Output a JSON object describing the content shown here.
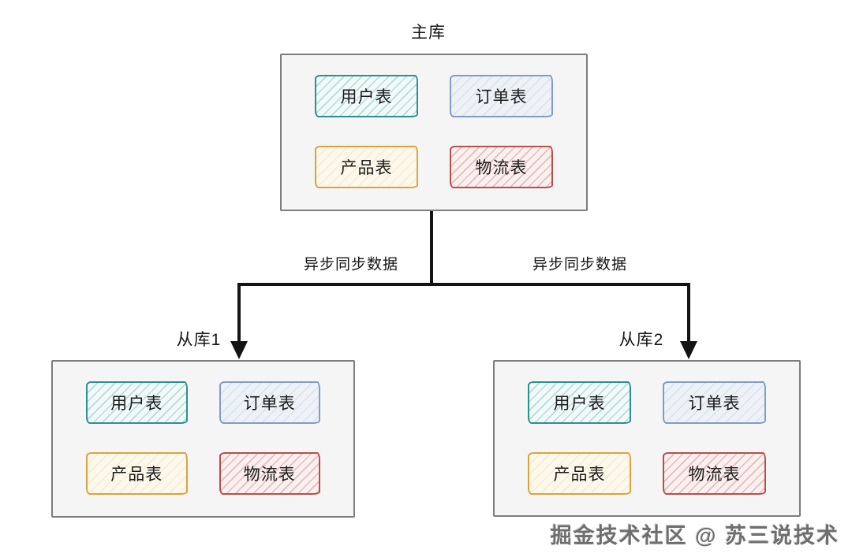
{
  "master": {
    "label": "主库",
    "tables": [
      {
        "name": "用户表",
        "style": "teal"
      },
      {
        "name": "订单表",
        "style": "blue"
      },
      {
        "name": "产品表",
        "style": "yellow"
      },
      {
        "name": "物流表",
        "style": "red"
      }
    ]
  },
  "slaves": [
    {
      "label": "从库1",
      "tables": [
        {
          "name": "用户表",
          "style": "teal"
        },
        {
          "name": "订单表",
          "style": "blue"
        },
        {
          "name": "产品表",
          "style": "yellow"
        },
        {
          "name": "物流表",
          "style": "red"
        }
      ]
    },
    {
      "label": "从库2",
      "tables": [
        {
          "name": "用户表",
          "style": "teal"
        },
        {
          "name": "订单表",
          "style": "blue"
        },
        {
          "name": "产品表",
          "style": "yellow"
        },
        {
          "name": "物流表",
          "style": "red"
        }
      ]
    }
  ],
  "edges": {
    "left_label": "异步同步数据",
    "right_label": "异步同步数据"
  },
  "watermark": "掘金技术社区 @ 苏三说技术",
  "colors": {
    "teal_border": "#2e908c",
    "blue_border": "#7f9dc7",
    "yellow_border": "#d9a43f",
    "red_border": "#b5504d",
    "container_border": "#7d7d7d",
    "container_bg": "#f5f5f5",
    "arrow": "#141414"
  }
}
